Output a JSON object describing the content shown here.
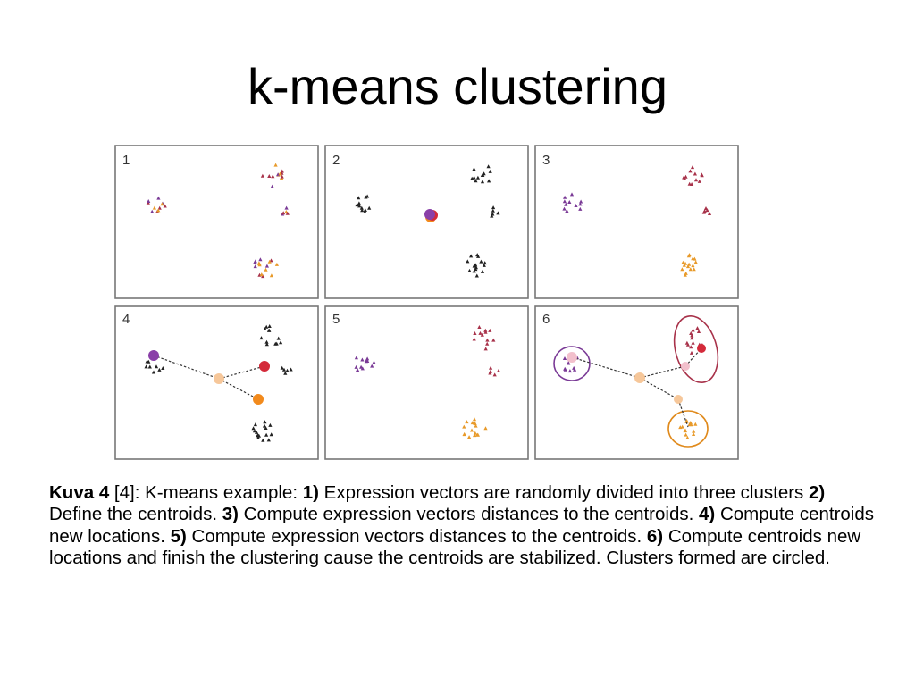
{
  "slide": {
    "title": "k-means clustering"
  },
  "colors": {
    "purple": "#7a3a96",
    "red": "#a8324a",
    "orange": "#e89a2a",
    "black": "#222222",
    "centroid_red": "#d42a3a",
    "centroid_orange": "#f28a1c",
    "centroid_purple": "#8a3fa8",
    "centroid_pink": "#f2c0cc",
    "centroid_peach": "#f6c79a",
    "circle_purple": "#7a3a96",
    "circle_red": "#a8324a",
    "circle_orange": "#e08a1c"
  },
  "figure": {
    "panels": [
      {
        "label": "1"
      },
      {
        "label": "2"
      },
      {
        "label": "3"
      },
      {
        "label": "4"
      },
      {
        "label": "5"
      },
      {
        "label": "6"
      }
    ]
  },
  "caption": {
    "figure_ref": "Kuva 4",
    "intro": " [4]: K-means example: ",
    "steps": [
      {
        "num": "1)",
        "text": " Expression vectors are randomly divided into three clusters "
      },
      {
        "num": "2)",
        "text": " Define the centroids. "
      },
      {
        "num": "3)",
        "text": " Compute expression vectors distances to the centroids. "
      },
      {
        "num": "4)",
        "text": " Compute centroids new locations. "
      },
      {
        "num": "5)",
        "text": " Compute expression vectors distances to the centroids. "
      },
      {
        "num": "6)",
        "text": " Compute centroids new locations and finish the clustering cause the centroids are stabilized. Clusters formed are circled."
      }
    ]
  }
}
